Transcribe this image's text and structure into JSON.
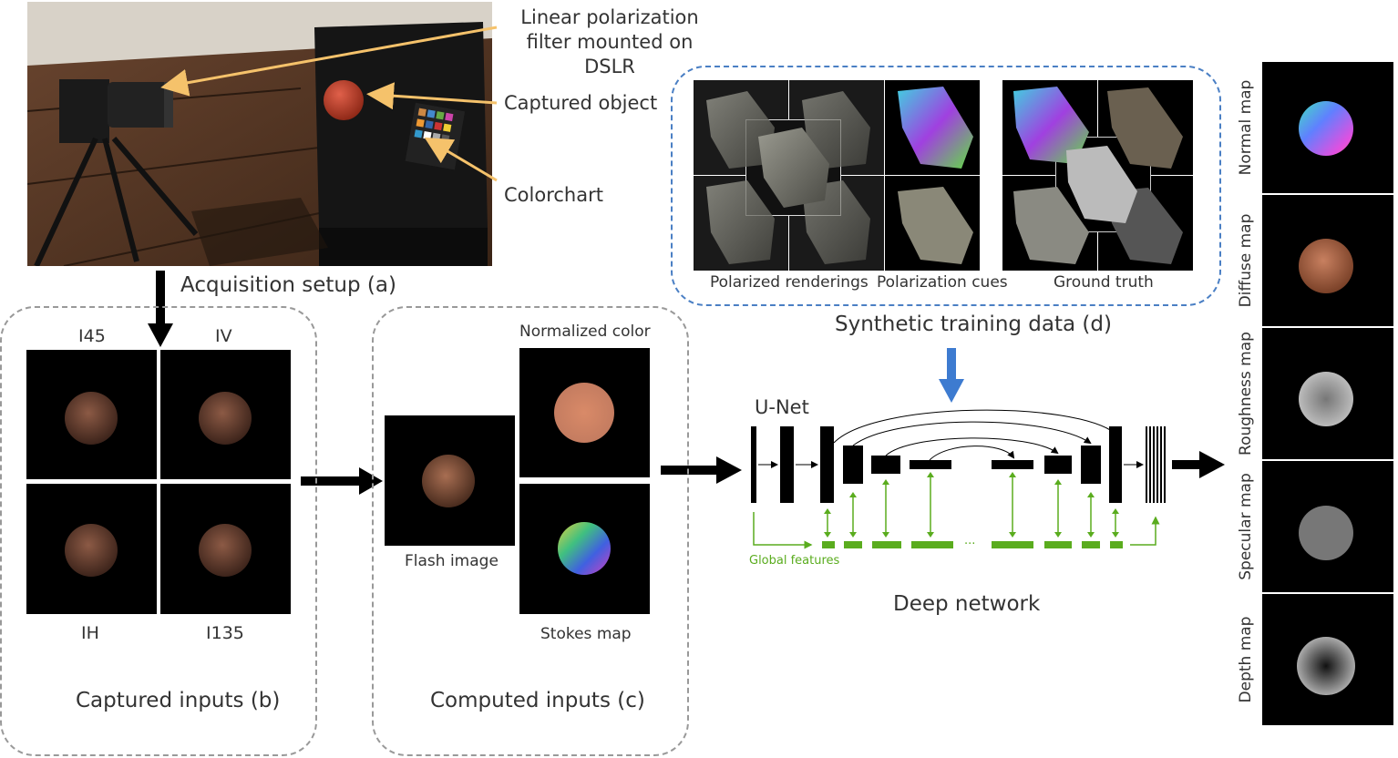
{
  "acquisition": {
    "caption": "Acquisition setup (a)",
    "callouts": {
      "filter": "Linear polarization filter mounted on DSLR",
      "object": "Captured object",
      "chart": "Colorchart"
    }
  },
  "captured": {
    "caption": "Captured inputs (b)",
    "labels": [
      "I45",
      "IV",
      "IH",
      "I135"
    ]
  },
  "computed": {
    "caption": "Computed inputs (c)",
    "flash": "Flash image",
    "normalized": "Normalized color",
    "stokes": "Stokes map"
  },
  "synthetic": {
    "caption": "Synthetic training data (d)",
    "labels": [
      "Polarized renderings",
      "Polarization cues",
      "Ground truth"
    ]
  },
  "network": {
    "unet": "U-Net",
    "global": "Global features",
    "caption": "Deep network",
    "ellipsis": "..."
  },
  "outputs": [
    "Normal map",
    "Diffuse map",
    "Roughness map",
    "Specular map",
    "Depth map"
  ],
  "colors": {
    "arrow": "#000000",
    "callout": "#f5c26b",
    "green": "#5aac1e",
    "blue": "#3d7bd0",
    "panel": "#999999"
  }
}
